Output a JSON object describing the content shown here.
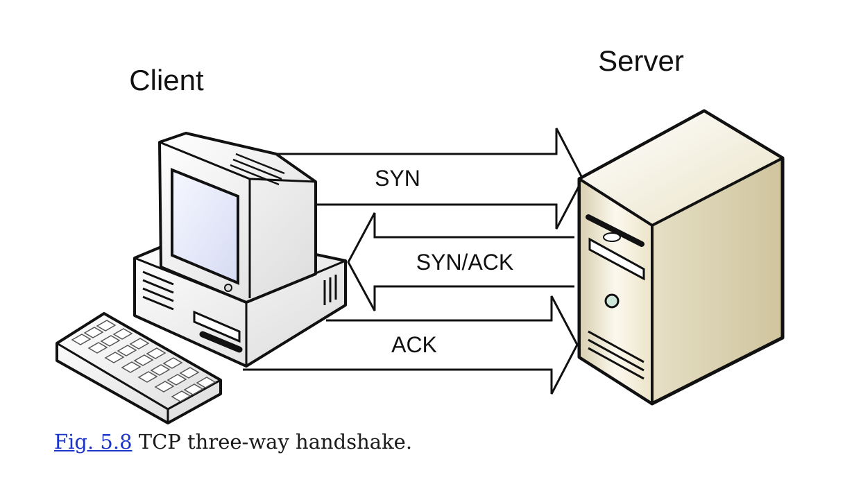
{
  "labels": {
    "client": "Client",
    "server": "Server"
  },
  "messages": [
    {
      "label": "SYN",
      "direction": "client-to-server"
    },
    {
      "label": "SYN/ACK",
      "direction": "server-to-client"
    },
    {
      "label": "ACK",
      "direction": "client-to-server"
    }
  ],
  "caption": {
    "link_text": "Fig. 5.8",
    "text": " TCP three-way handshake."
  },
  "colors": {
    "link": "#1a35c8",
    "server_body": "#efe9d4",
    "screen": "#e9ecf8"
  },
  "icons": {
    "client": "desktop-computer-icon",
    "keyboard": "keyboard-icon",
    "server": "server-tower-icon"
  }
}
